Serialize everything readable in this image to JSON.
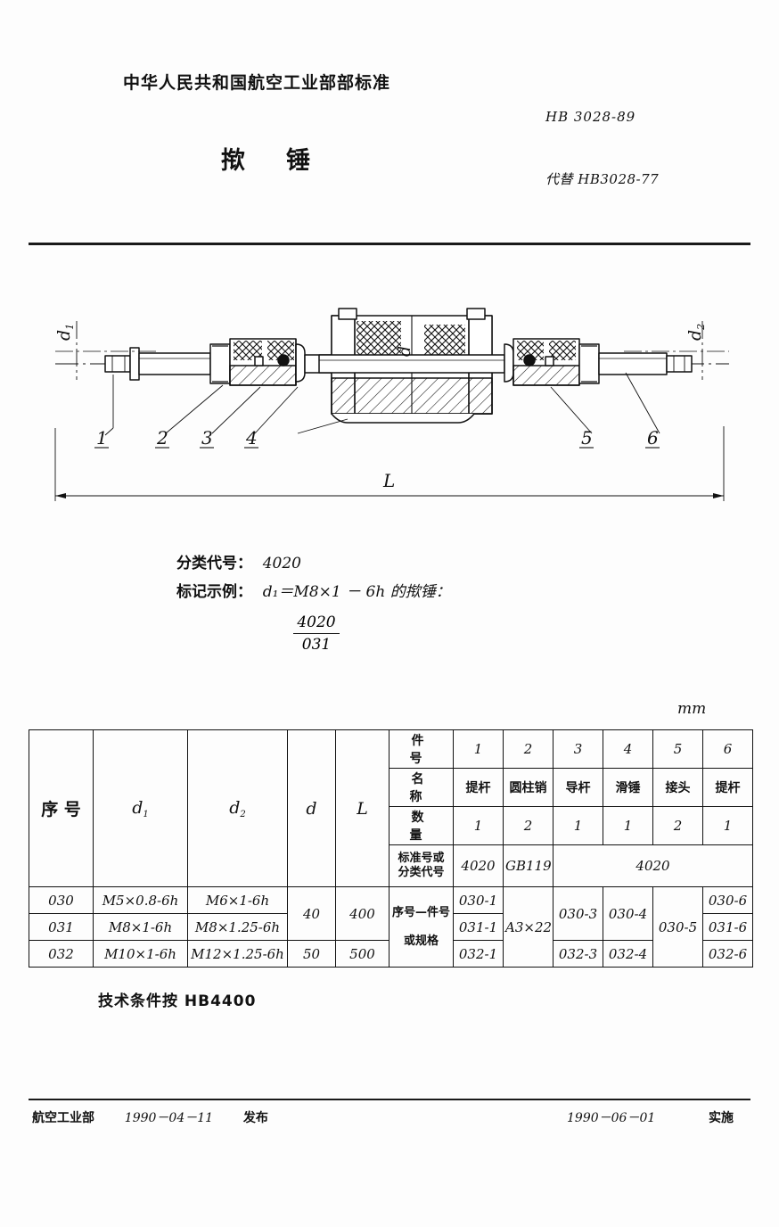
{
  "header": {
    "org_title": "中华人民共和国航空工业部部标准",
    "standard_no": "HB 3028-89",
    "main_title": "揿锤",
    "replaces": "代替 HB3028-77"
  },
  "drawing": {
    "dim_d1": "d",
    "dim_d1_sub": "1",
    "dim_d2": "d",
    "dim_d2_sub": "2",
    "dim_d": "d",
    "dim_L": "L",
    "callouts": [
      "1",
      "2",
      "3",
      "4",
      "5",
      "6"
    ]
  },
  "spec": {
    "class_label": "分类代号：",
    "class_value": "4020",
    "mark_label": "标记示例：",
    "mark_value": "d₁＝M8×1 － 6h 的揿锤：",
    "mark_code_num": "4020",
    "mark_code_den": "031"
  },
  "unit": "mm",
  "table": {
    "headers": {
      "index": "序 号",
      "d1": "d",
      "d1_sub": "1",
      "d2": "d",
      "d2_sub": "2",
      "d": "d",
      "L": "L"
    },
    "right_labels": {
      "part_no": "件 号",
      "name": "名 称",
      "qty": "数 量",
      "std_code": "标准号或分类代号",
      "std_code_l1": "标准号或",
      "std_code_l2": "分类代号",
      "ref_no": "序号—件号或规格",
      "ref_no_l1": "序号—件号",
      "ref_no_l2": "或规格"
    },
    "part_numbers": [
      "1",
      "2",
      "3",
      "4",
      "5",
      "6"
    ],
    "part_names": [
      "提杆",
      "圆柱销",
      "导杆",
      "滑锤",
      "接头",
      "提杆"
    ],
    "quantities": [
      "1",
      "2",
      "1",
      "1",
      "2",
      "1"
    ],
    "standard_codes": {
      "col1": "4020",
      "col2": "GB119",
      "col3to6": "4020"
    },
    "rows": [
      {
        "index": "030",
        "d1": "M5×0.8-6h",
        "d2": "M6×1-6h",
        "d": "40",
        "L": "400"
      },
      {
        "index": "031",
        "d1": "M8×1-6h",
        "d2": "M8×1.25-6h",
        "d": "40",
        "L": "400"
      },
      {
        "index": "032",
        "d1": "M10×1-6h",
        "d2": "M12×1.25-6h",
        "d": "50",
        "L": "500"
      }
    ],
    "ref_numbers": {
      "col1": [
        "030-1",
        "031-1",
        "032-1"
      ],
      "col2": "A3×22",
      "col3": [
        "030-3",
        "032-3"
      ],
      "col4": [
        "030-4",
        "032-4"
      ],
      "col5": "030-5",
      "col6": [
        "030-6",
        "031-6",
        "032-6"
      ]
    }
  },
  "note": "技术条件按 HB4400",
  "footer": {
    "issuer": "航空工业部",
    "issue_date": "1990－04－11",
    "issue_label": "发布",
    "effective_date": "1990－06－01",
    "effective_label": "实施"
  }
}
